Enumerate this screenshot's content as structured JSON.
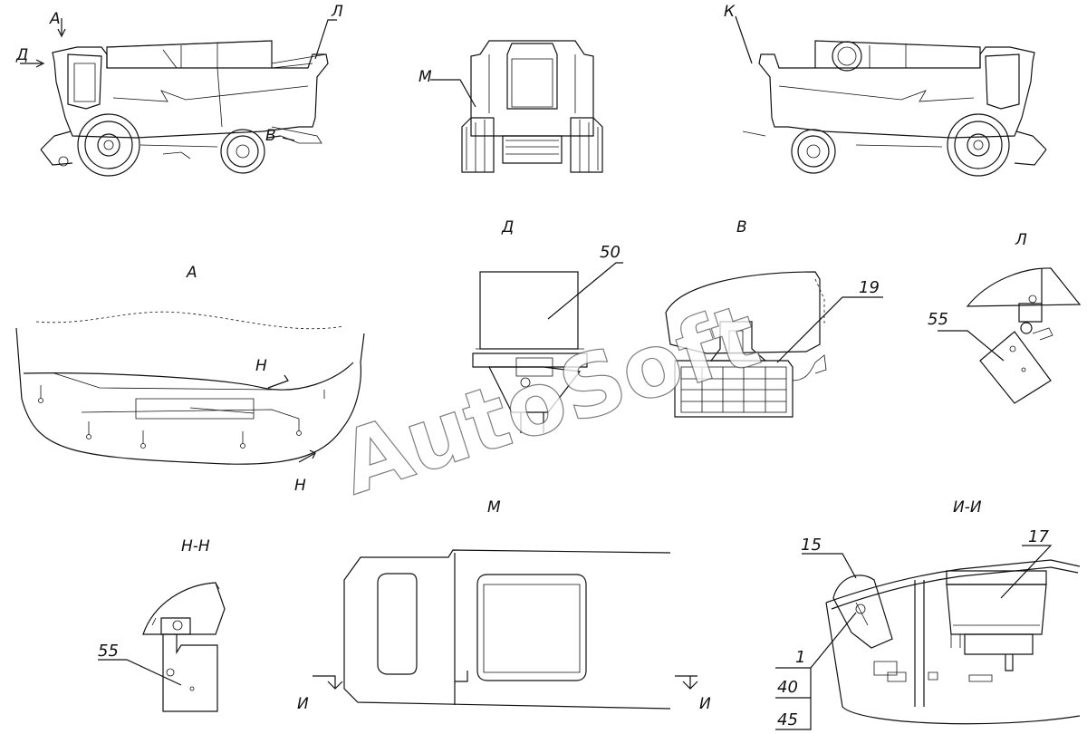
{
  "watermark": "AutoSoft",
  "top_views": {
    "left_arrows": {
      "a": "А",
      "d": "Д",
      "l": "Л",
      "b": "В"
    },
    "center_label": "М",
    "right_label": "К"
  },
  "views": {
    "a": {
      "title": "А",
      "section_top": "Н",
      "section_bottom": "Н"
    },
    "d": {
      "title": "Д",
      "callout": "50"
    },
    "v": {
      "title": "В",
      "callout": "19"
    },
    "l": {
      "title": "Л",
      "callout": "55"
    },
    "nn": {
      "title": "Н-Н",
      "callout": "55"
    },
    "m": {
      "title": "М",
      "section_left": "И",
      "section_right": "И"
    },
    "ii": {
      "title": "И-И",
      "callouts": {
        "c15": "15",
        "c17": "17",
        "c1": "1",
        "c40": "40",
        "c45": "45"
      }
    }
  }
}
